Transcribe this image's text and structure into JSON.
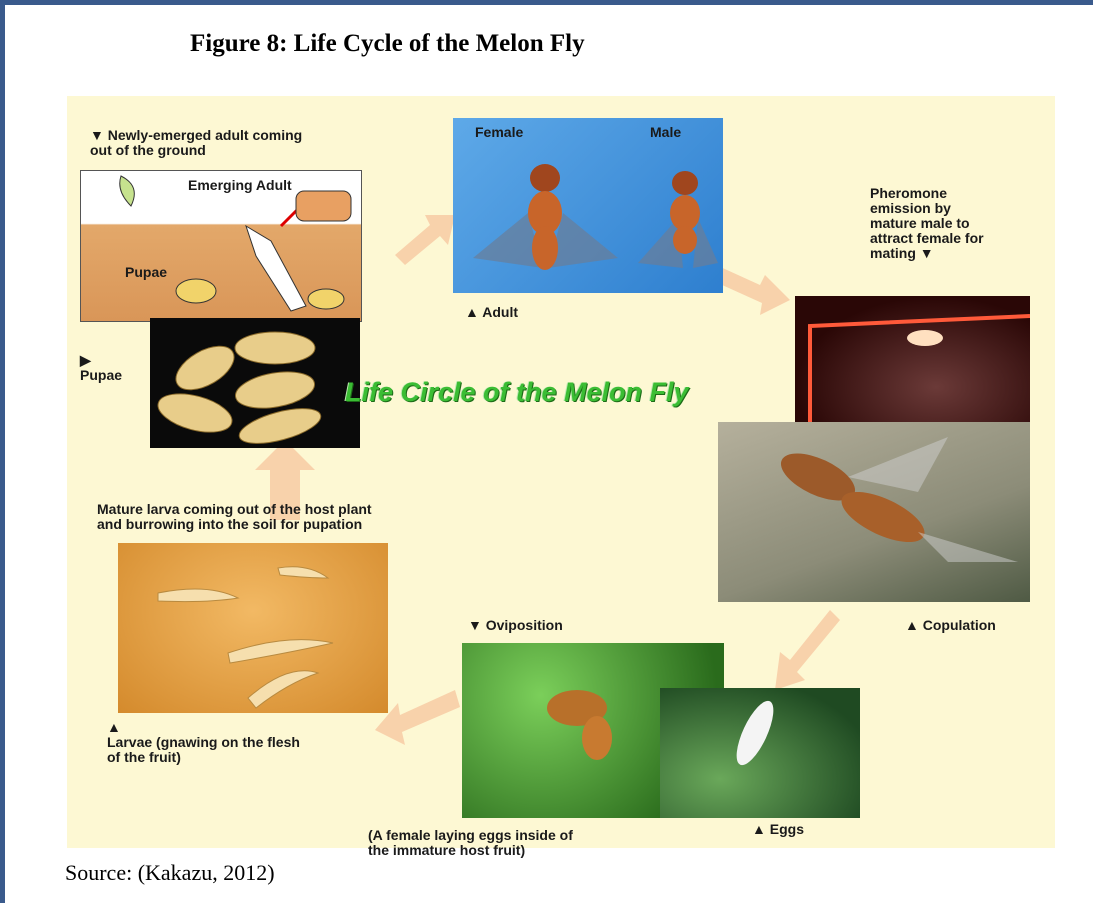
{
  "figure": {
    "title": "Figure 8: Life Cycle of the Melon Fly",
    "source": "Source: (Kakazu, 2012)"
  },
  "diagram": {
    "center_title": "Life Circle of the Melon Fly",
    "labels": {
      "newly_emerged": "▼ Newly-emerged adult coming\n   out of the ground",
      "emerging_adult": "Emerging Adult",
      "pupae_sketch": "Pupae",
      "pupae": "▶\nPupae",
      "female": "Female",
      "male": "Male",
      "adult": "▲ Adult",
      "pheromone": "Pheromone\nemission by\nmature male to\nattract female for\nmating            ▼",
      "copulation": "▲ Copulation",
      "mature_larva": "Mature larva coming out of the host plant\nand burrowing into the soil for pupation",
      "larvae": "▲\nLarvae (gnawing on the flesh\nof the fruit)",
      "oviposition": "▼ Oviposition",
      "female_laying": "(A female laying eggs inside of\n the immature host fruit)",
      "eggs": "▲ Eggs"
    },
    "colors": {
      "background": "#fdf8d3",
      "arrow": "#f7cda6",
      "center_title": "#3bbd34"
    }
  }
}
